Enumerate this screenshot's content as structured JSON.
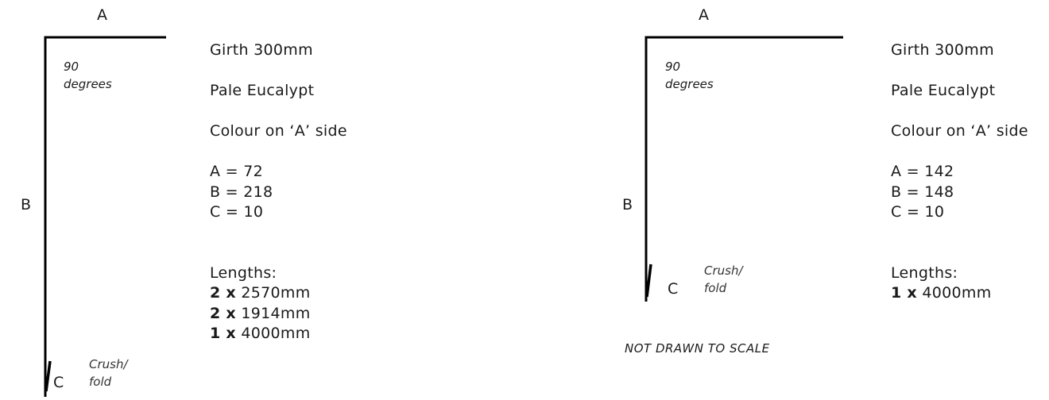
{
  "left": {
    "labels": {
      "a": "A",
      "b": "B",
      "c": "C"
    },
    "angle": [
      "90",
      "degrees"
    ],
    "fold": [
      "Crush/",
      "fold"
    ],
    "specs": {
      "girth": "Girth 300mm",
      "colour_name": "Pale Eucalypt",
      "colour_side": "Colour on ‘A’ side",
      "dims": [
        "A = 72",
        "B = 218",
        "C = 10"
      ],
      "lengths_title": "Lengths:",
      "lengths": [
        {
          "qty": "2 x",
          "len": "2570mm"
        },
        {
          "qty": "2 x",
          "len": "1914mm"
        },
        {
          "qty": "1 x",
          "len": "4000mm"
        }
      ]
    }
  },
  "right": {
    "labels": {
      "a": "A",
      "b": "B",
      "c": "C"
    },
    "angle": [
      "90",
      "degrees"
    ],
    "fold": [
      "Crush/",
      "fold"
    ],
    "specs": {
      "girth": "Girth 300mm",
      "colour_name": "Pale Eucalypt",
      "colour_side": "Colour on ‘A’ side",
      "dims": [
        "A = 142",
        "B = 148",
        "C = 10"
      ],
      "lengths_title": "Lengths:",
      "lengths": [
        {
          "qty": "1 x",
          "len": "4000mm"
        }
      ]
    },
    "scale_note": "NOT DRAWN TO SCALE"
  }
}
